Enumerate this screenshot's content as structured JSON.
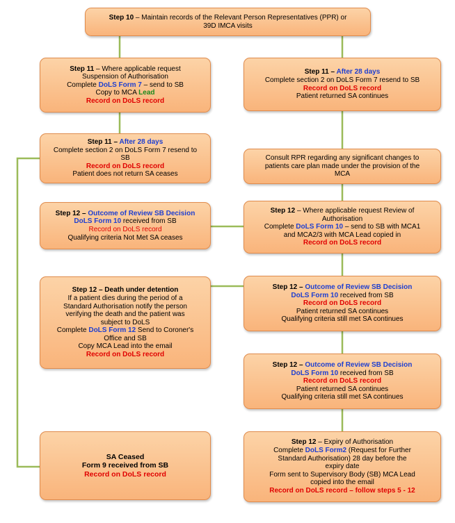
{
  "boxes": {
    "b1": {
      "l1_step": "Step 10",
      "l1_text": " – Maintain records of the Relevant Person Representatives (PPR) or",
      "l2": "39D IMCA visits"
    },
    "b2": {
      "l1_step": "Step 11",
      "l1_text": " – Where applicable request",
      "l2": "Suspension of Authorisation",
      "l3_pre": "Complete ",
      "l3_form": "DoLS Form 7",
      "l3_post": " – send to SB",
      "l4_pre": "Copy to MCA ",
      "l4_green": "Lead",
      "l5": "Record on DoLS record"
    },
    "b3": {
      "l1_step": "Step 11",
      "l1_dash": " – ",
      "l1_blue": "After 28 days",
      "l2": "Complete section 2 on DoLS Form 7 resend to SB",
      "l3": "Record on DoLS record",
      "l4": "Patient returned SA continues"
    },
    "b4": {
      "l1_step": "Step 11",
      "l1_dash": " – ",
      "l1_blue": "After 28 days",
      "l2": "Complete section 2 on DoLS Form 7 resend to",
      "l3": "SB",
      "l4": "Record on DoLS record",
      "l5": "Patient does not return SA ceases"
    },
    "b5": {
      "l1": "Consult RPR regarding any significant changes to",
      "l2": "patients care plan made under the provision of the",
      "l3": "MCA"
    },
    "b6": {
      "l1_step": "Step 12",
      "l1_dash": " – ",
      "l1_blue": "Outcome of Review SB Decision",
      "l2_form": "DoLS Form 10",
      "l2_post": " received from SB",
      "l3": "Record on DoLS record",
      "l4": "Qualifying criteria Not Met SA ceases"
    },
    "b7": {
      "l1_step": "Step 12",
      "l1_text": " – Where applicable request Review of",
      "l2": "Authorisation",
      "l3_pre": "Complete ",
      "l3_form": "DoLS Form 10",
      "l3_post": " – send to SB with MCA1",
      "l4": "and MCA2/3 with MCA Lead copied in",
      "l5": "Record on DoLS record"
    },
    "b8": {
      "l1_step": "Step 12 – Death under detention",
      "l2": "If a patient dies during the period of a",
      "l3": "Standard Authorisation notify the person",
      "l4": "verifying the death and the patient was",
      "l5": "subject to DoLS",
      "l6_pre": "Complete ",
      "l6_form": "DoLS Form 12",
      "l6_post": " Send to Coroner's",
      "l7": "Office and SB",
      "l8": "Copy MCA Lead into the email",
      "l9": "Record on DoLS record"
    },
    "b9": {
      "l1_step": "Step 12",
      "l1_dash": " – ",
      "l1_blue": "Outcome of Review SB Decision",
      "l2_form": "DoLS Form 10",
      "l2_post": " received from SB",
      "l3": "Record on DoLS record",
      "l4": "Patient returned SA continues",
      "l5": "Qualifying criteria still met SA continues"
    },
    "b10": {
      "l1_step": "Step 12",
      "l1_dash": " – ",
      "l1_blue": "Outcome of Review SB Decision",
      "l2_form": "DoLS Form 10",
      "l2_post": " received from SB",
      "l3": "Record on DoLS record",
      "l4": "Patient returned SA continues",
      "l5": "Qualifying criteria still met SA continues"
    },
    "b11": {
      "l1": "SA Ceased",
      "l2": "Form 9 received from SB",
      "l3": "Record on DoLS record"
    },
    "b12": {
      "l1_step": "Step 12",
      "l1_text": " – Expiry of Authorisation",
      "l2_pre": "Complete ",
      "l2_form": "DoLS Form2",
      "l2_post": " (Request for Further",
      "l3": "Standard Authorisation) 28 day before the",
      "l4": "expiry date",
      "l5": "Form sent to Supervisory Body (SB) MCA Lead",
      "l6": "copied into the email",
      "l7": "Record on DoLS record – follow steps 5 - 12"
    }
  },
  "colors": {
    "box_top": "#fcd3a7",
    "box_bottom": "#f9b47b",
    "box_border": "#e08b4c",
    "connector": "#9bbb59",
    "step_blue": "#1f3fd0",
    "record_red": "#e00000",
    "lead_green": "#1d8a1d"
  }
}
